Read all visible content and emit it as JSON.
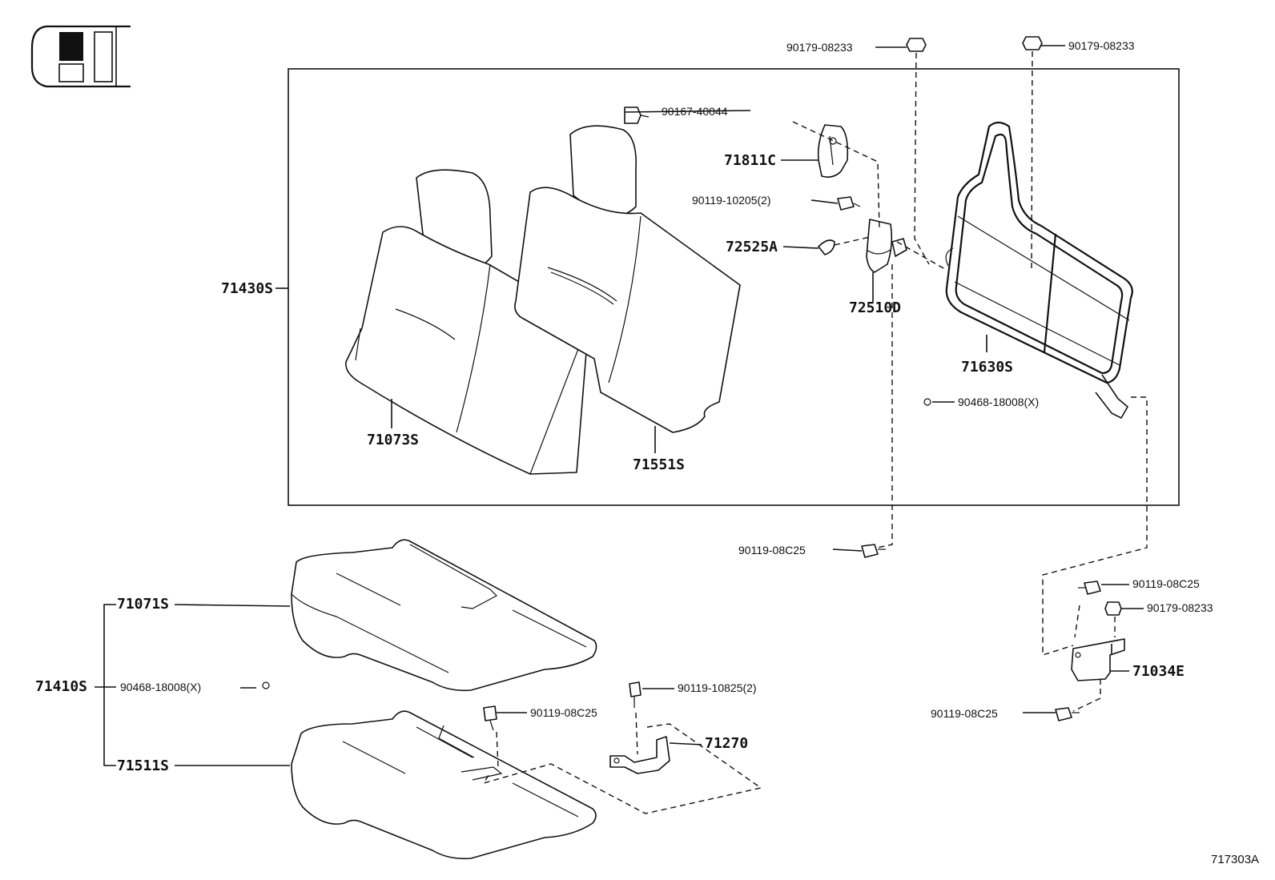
{
  "diagram": {
    "code": "717303A",
    "labels": {
      "p90179_08233_top_left": "90179-08233",
      "p90179_08233_top_right": "90179-08233",
      "p90167_40044": "90167-40044",
      "p71811C": "71811C",
      "p90119_10205": "90119-10205(2)",
      "p72525A": "72525A",
      "p72510D": "72510D",
      "p71430S": "71430S",
      "p71073S": "71073S",
      "p71551S": "71551S",
      "p71630S": "71630S",
      "p90468_18008_upper": "90468-18008(X)",
      "p90119_08C25_center": "90119-08C25",
      "p90119_08C25_right_upper": "90119-08C25",
      "p90179_08233_right": "90179-08233",
      "p71034E": "71034E",
      "p90119_08C25_right_lower": "90119-08C25",
      "p71071S": "71071S",
      "p71410S": "71410S",
      "p90468_18008_lower": "90468-18008(X)",
      "p71511S": "71511S",
      "p90119_10825": "90119-10825(2)",
      "p90119_08C25_cushion": "90119-08C25",
      "p71270": "71270"
    }
  }
}
